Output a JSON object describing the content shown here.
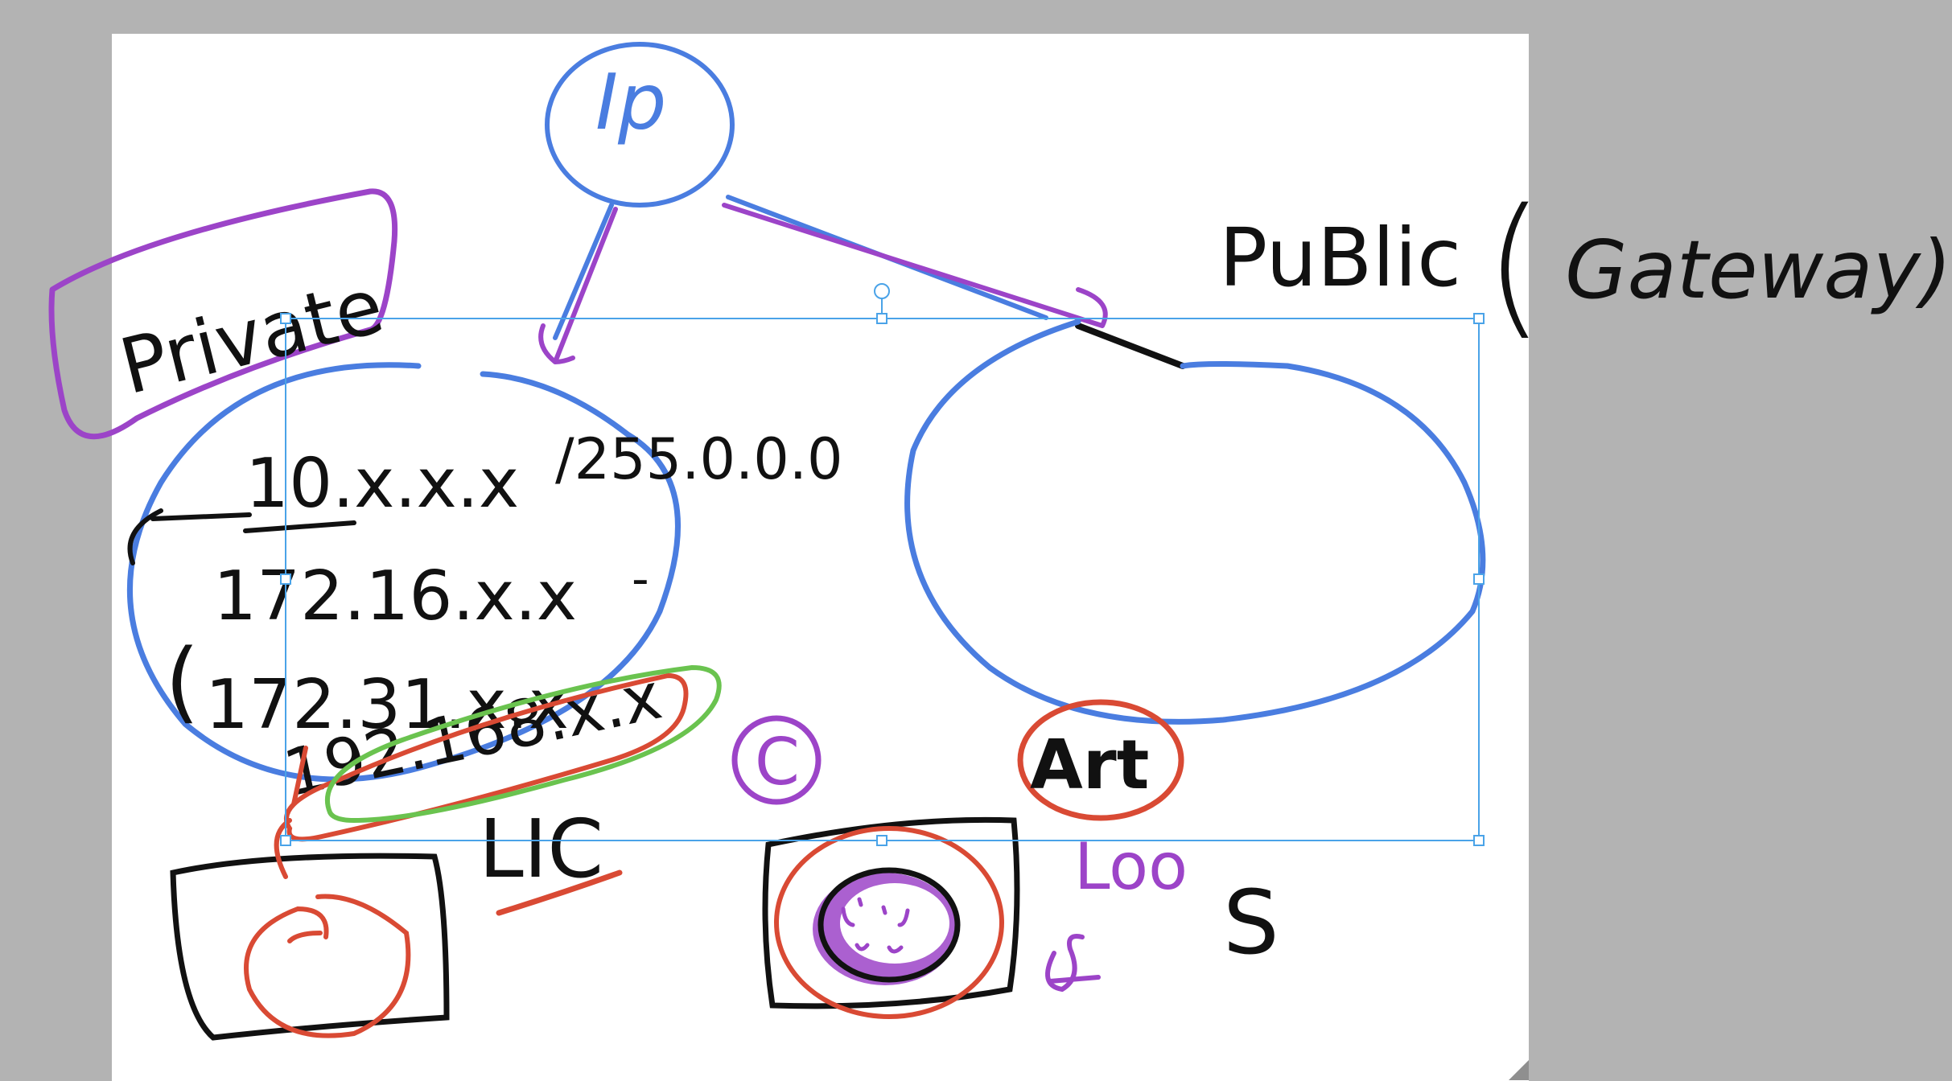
{
  "colors": {
    "workspace": "#b3b3b3",
    "page": "#ffffff",
    "blue_ink": "#4a7de0",
    "purple_ink": "#9c44c8",
    "red_ink": "#d94a34",
    "green_ink": "#6ac34f",
    "black_ink": "#111111",
    "selection": "#4aa3e8"
  },
  "notes": {
    "ip": "Ip",
    "private": "Private",
    "public": "PuBlic",
    "gateway": "Gateway)",
    "gateway_paren": "(",
    "range_10": "10.x.x.x",
    "mask": "/255.0.0.0",
    "range_172a": "172.16.x.x",
    "range_172b": "172.31.x.x",
    "range_192": "192.168.x.x",
    "lic": "LIC",
    "c_mark": "C",
    "art": "Art",
    "loo": "Loo",
    "s_mark": "S",
    "dash": "-",
    "bracket": "("
  }
}
